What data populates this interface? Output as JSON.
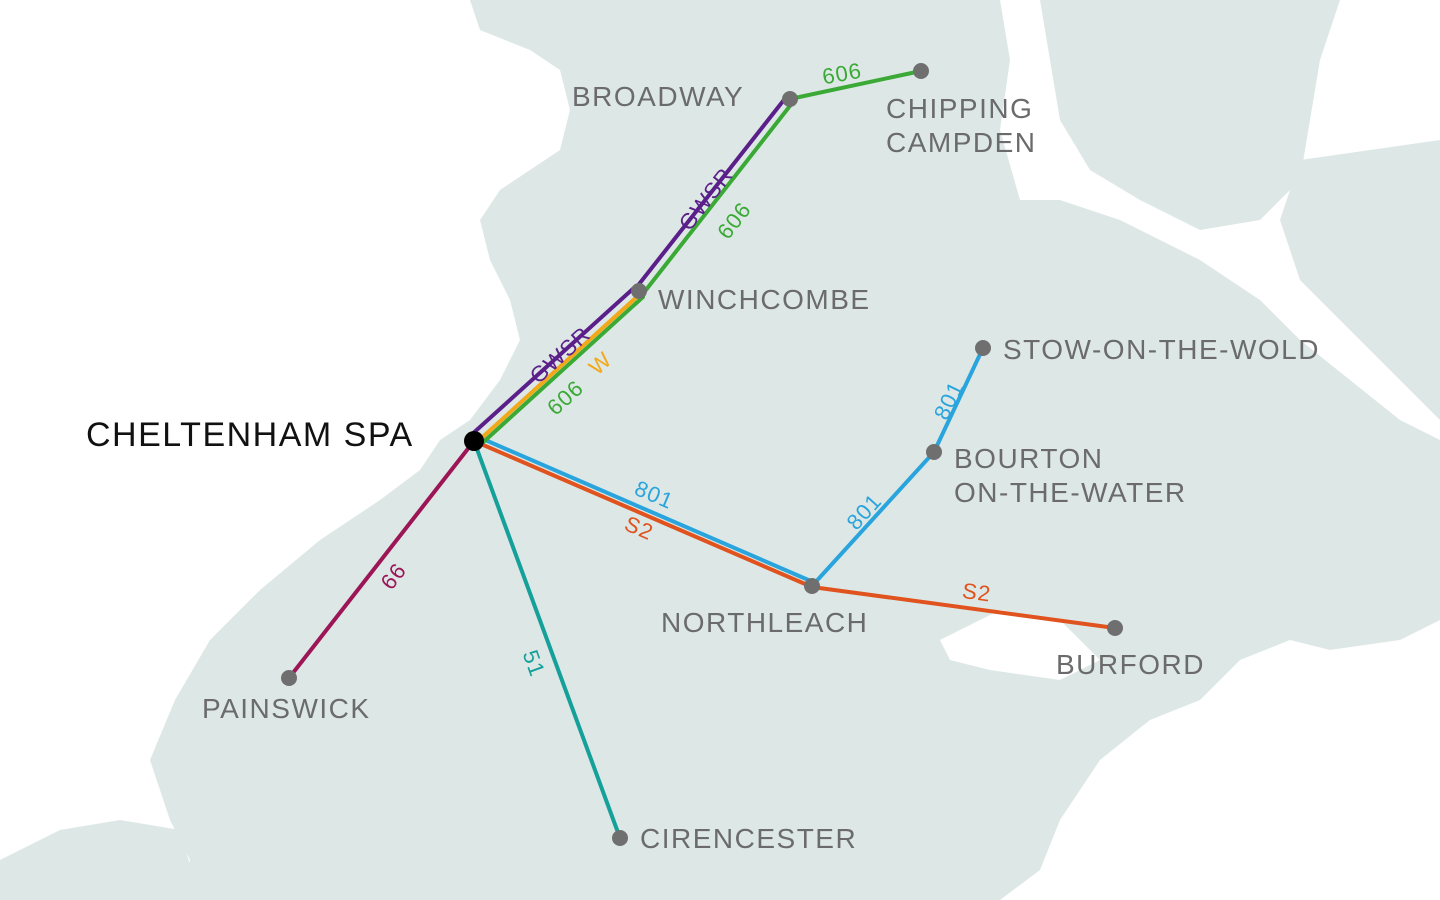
{
  "colors": {
    "land": "#dde8e6",
    "background": "#ffffff",
    "stop": "#6f6f6f",
    "hub_stop": "#000000",
    "town_text": "#6b6b6b",
    "hub_text": "#111111"
  },
  "hub": {
    "name": "CHELTENHAM SPA"
  },
  "towns": {
    "broadway": "BROADWAY",
    "chipping_campden_line1": "CHIPPING",
    "chipping_campden_line2": "CAMPDEN",
    "winchcombe": "WINCHCOMBE",
    "stow": "STOW-ON-THE-WOLD",
    "bourton_line1": "BOURTON",
    "bourton_line2": "ON-THE-WATER",
    "northleach": "NORTHLEACH",
    "burford": "BURFORD",
    "painswick": "PAINSWICK",
    "cirencester": "CIRENCESTER"
  },
  "routes": {
    "gwsr": {
      "label": "GWSR",
      "color": "#5b1f8a"
    },
    "r606": {
      "label": "606",
      "color": "#3aa935"
    },
    "w": {
      "label": "W",
      "color": "#f2a818"
    },
    "r801": {
      "label": "801",
      "color": "#2aa4dc"
    },
    "s2": {
      "label": "S2",
      "color": "#e0531e"
    },
    "r66": {
      "label": "66",
      "color": "#9c1657"
    },
    "r51": {
      "label": "51",
      "color": "#15a09a"
    }
  }
}
